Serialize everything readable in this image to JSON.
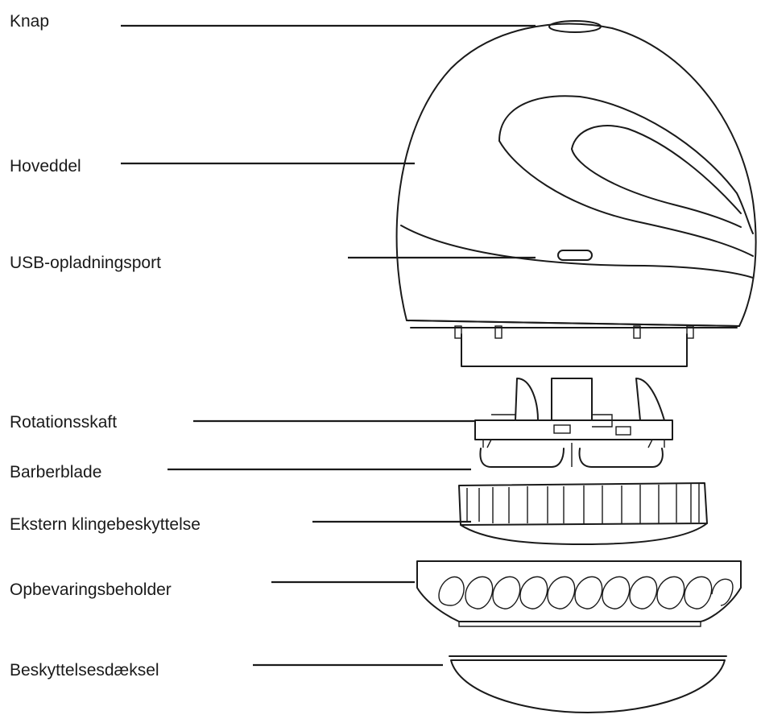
{
  "labels": {
    "button": "Knap",
    "body": "Hoveddel",
    "usb_port": "USB-opladningsport",
    "rotation_shaft": "Rotationsskaft",
    "blades": "Barberblade",
    "outer_blade_guard": "Ekstern klingebeskyttelse",
    "storage_container": "Opbevaringsbeholder",
    "protective_cover": "Beskyttelsesdæksel"
  }
}
